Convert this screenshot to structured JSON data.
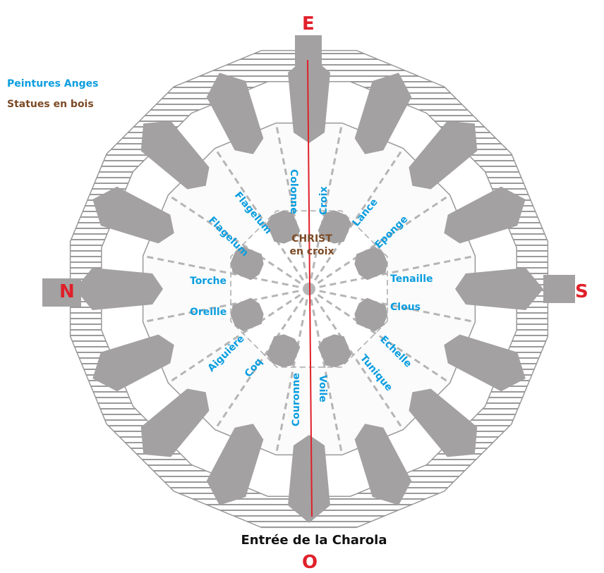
{
  "legend": {
    "paintings": "Peintures Anges",
    "statues": "Statues en bois"
  },
  "cardinals": {
    "east": "E",
    "west": "O",
    "north": "N",
    "south": "S"
  },
  "center": {
    "line1": "CHRIST",
    "line2": "en croix"
  },
  "entrance": "Entrée de la Charola",
  "labels": {
    "colonne": "Colonne",
    "croix": "Croix",
    "flagelum1": "Flagelum",
    "flagelum2": "Flagelum",
    "lance": "Lance",
    "eponge": "Eponge",
    "torche": "Torche",
    "oreille": "Oreille",
    "tenaille": "Tenaille",
    "clous": "Clous",
    "aiguiere": "Aiguière",
    "coq": "Coq",
    "echelle": "Echelle",
    "tunique": "Tunique",
    "couronne": "Couronne",
    "voile": "Voile"
  },
  "colors": {
    "angels": "#0a9ddf",
    "statues": "#7b4a26",
    "axis": "#e0202a",
    "plan": "#a3a1a1"
  }
}
